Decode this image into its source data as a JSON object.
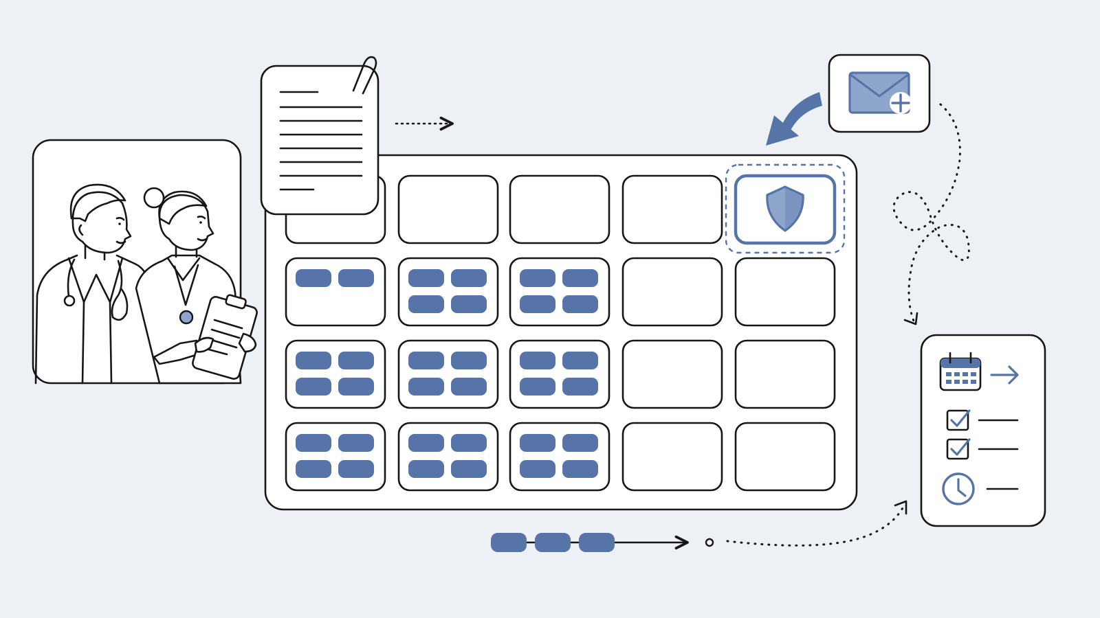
{
  "colors": {
    "background": "#edf1f5",
    "accent": "#5674a8",
    "accent_light": "#8fa6cc",
    "card_fill": "#ffffff",
    "line": "#161616"
  },
  "grid": {
    "columns": 5,
    "rows": 4,
    "block_counts": [
      [
        0,
        0,
        0,
        0,
        0
      ],
      [
        2,
        4,
        4,
        0,
        0
      ],
      [
        4,
        4,
        4,
        0,
        0
      ],
      [
        4,
        4,
        4,
        0,
        0
      ]
    ],
    "highlighted_cell": {
      "row": 0,
      "col": 4,
      "icon": "shield-icon"
    }
  },
  "icons": {
    "document": "document-icon",
    "paperclip": "paperclip-icon",
    "mail": "mail-plus-icon",
    "calendar": "calendar-icon",
    "checkbox": "checkbox-icon",
    "clock": "clock-icon",
    "clinicians": "clinicians-illustration"
  },
  "checklist": {
    "checked_items": 2,
    "items": [
      "calendar-arrow",
      "check",
      "check",
      "clock"
    ]
  },
  "queue": {
    "pending_blocks": 3
  }
}
